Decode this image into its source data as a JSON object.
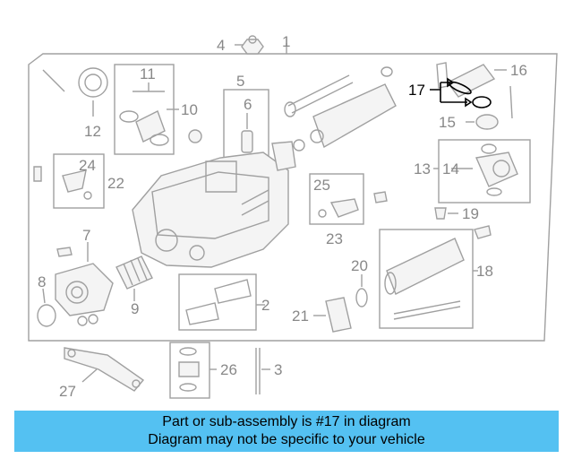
{
  "callouts": {
    "c1": "1",
    "c2": "2",
    "c3": "3",
    "c4": "4",
    "c5": "5",
    "c6": "6",
    "c7": "7",
    "c8": "8",
    "c9": "9",
    "c10": "10",
    "c11": "11",
    "c12": "12",
    "c13": "13",
    "c14": "14",
    "c15": "15",
    "c16": "16",
    "c17": "17",
    "c18": "18",
    "c19": "19",
    "c20": "20",
    "c21": "21",
    "c22": "22",
    "c23": "23",
    "c24": "24",
    "c25": "25",
    "c26": "26",
    "c27": "27"
  },
  "highlighted_part": "17",
  "banner": {
    "line1": "Part or sub-assembly is #17 in diagram",
    "line2": "Diagram may not be specific to your vehicle"
  },
  "colors": {
    "banner_bg": "#54c1f2",
    "line_art": "#a0a0a0",
    "highlight": "#000000"
  }
}
